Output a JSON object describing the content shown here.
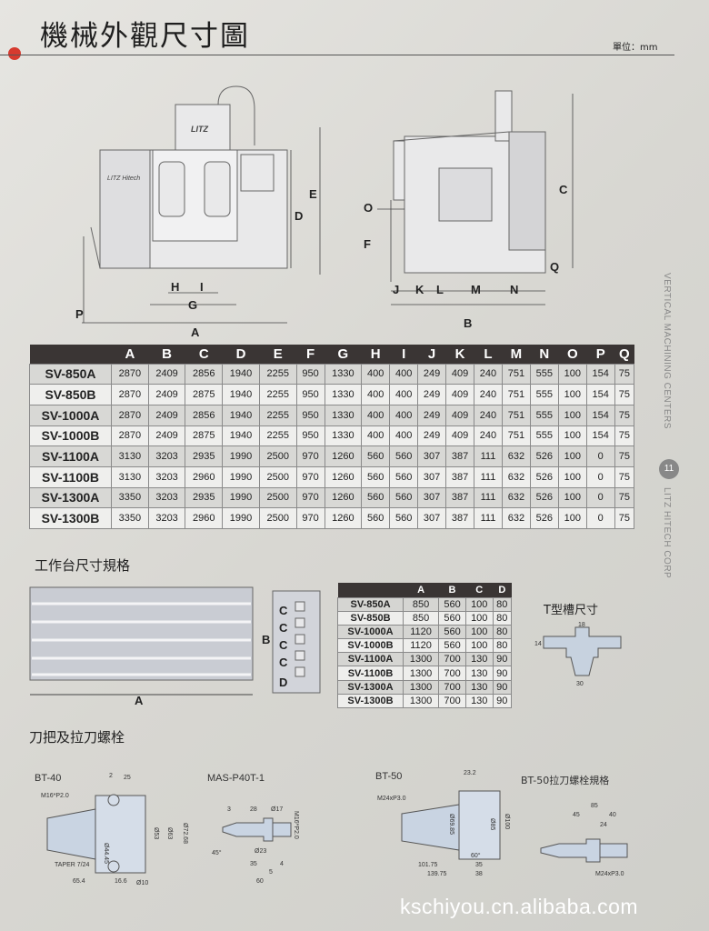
{
  "header": {
    "title": "機械外觀尺寸圖",
    "unit": "單位：mm"
  },
  "side": {
    "left": "VERTICAL MACHINING CENTERS",
    "page": "11",
    "right": "LITZ HITECH CORP"
  },
  "drawing_labels": {
    "front": {
      "brand": "LITZ",
      "badge": "LITZ Hitech",
      "E": "E",
      "D": "D",
      "G": "G",
      "H": "H",
      "I": "I",
      "P": "P",
      "A": "A"
    },
    "side": {
      "C": "C",
      "O": "O",
      "F": "F",
      "Q": "Q",
      "J": "J",
      "K": "K",
      "L": "L",
      "M": "M",
      "N": "N",
      "B": "B"
    }
  },
  "dimension_table": {
    "columns": [
      "A",
      "B",
      "C",
      "D",
      "E",
      "F",
      "G",
      "H",
      "I",
      "J",
      "K",
      "L",
      "M",
      "N",
      "O",
      "P",
      "Q"
    ],
    "rows": [
      {
        "model": "SV-850A",
        "values": [
          "2870",
          "2409",
          "2856",
          "1940",
          "2255",
          "950",
          "1330",
          "400",
          "400",
          "249",
          "409",
          "240",
          "751",
          "555",
          "100",
          "154",
          "75"
        ]
      },
      {
        "model": "SV-850B",
        "values": [
          "2870",
          "2409",
          "2875",
          "1940",
          "2255",
          "950",
          "1330",
          "400",
          "400",
          "249",
          "409",
          "240",
          "751",
          "555",
          "100",
          "154",
          "75"
        ]
      },
      {
        "model": "SV-1000A",
        "values": [
          "2870",
          "2409",
          "2856",
          "1940",
          "2255",
          "950",
          "1330",
          "400",
          "400",
          "249",
          "409",
          "240",
          "751",
          "555",
          "100",
          "154",
          "75"
        ]
      },
      {
        "model": "SV-1000B",
        "values": [
          "2870",
          "2409",
          "2875",
          "1940",
          "2255",
          "950",
          "1330",
          "400",
          "400",
          "249",
          "409",
          "240",
          "751",
          "555",
          "100",
          "154",
          "75"
        ]
      },
      {
        "model": "SV-1100A",
        "values": [
          "3130",
          "3203",
          "2935",
          "1990",
          "2500",
          "970",
          "1260",
          "560",
          "560",
          "307",
          "387",
          "111",
          "632",
          "526",
          "100",
          "0",
          "75"
        ]
      },
      {
        "model": "SV-1100B",
        "values": [
          "3130",
          "3203",
          "2960",
          "1990",
          "2500",
          "970",
          "1260",
          "560",
          "560",
          "307",
          "387",
          "111",
          "632",
          "526",
          "100",
          "0",
          "75"
        ]
      },
      {
        "model": "SV-1300A",
        "values": [
          "3350",
          "3203",
          "2935",
          "1990",
          "2500",
          "970",
          "1260",
          "560",
          "560",
          "307",
          "387",
          "111",
          "632",
          "526",
          "100",
          "0",
          "75"
        ]
      },
      {
        "model": "SV-1300B",
        "values": [
          "3350",
          "3203",
          "2960",
          "1990",
          "2500",
          "970",
          "1260",
          "560",
          "560",
          "307",
          "387",
          "111",
          "632",
          "526",
          "100",
          "0",
          "75"
        ]
      }
    ]
  },
  "worktable": {
    "title": "工作台尺寸規格",
    "labels": {
      "A": "A",
      "B": "B",
      "C": "C",
      "D": "D"
    },
    "columns": [
      "A",
      "B",
      "C",
      "D"
    ],
    "rows": [
      {
        "model": "SV-850A",
        "values": [
          "850",
          "560",
          "100",
          "80"
        ]
      },
      {
        "model": "SV-850B",
        "values": [
          "850",
          "560",
          "100",
          "80"
        ]
      },
      {
        "model": "SV-1000A",
        "values": [
          "1120",
          "560",
          "100",
          "80"
        ]
      },
      {
        "model": "SV-1000B",
        "values": [
          "1120",
          "560",
          "100",
          "80"
        ]
      },
      {
        "model": "SV-1100A",
        "values": [
          "1300",
          "700",
          "130",
          "90"
        ]
      },
      {
        "model": "SV-1100B",
        "values": [
          "1300",
          "700",
          "130",
          "90"
        ]
      },
      {
        "model": "SV-1300A",
        "values": [
          "1300",
          "700",
          "130",
          "90"
        ]
      },
      {
        "model": "SV-1300B",
        "values": [
          "1300",
          "700",
          "130",
          "90"
        ]
      }
    ],
    "tslot_title": "T型槽尺寸",
    "tslot_dims": {
      "w": "18",
      "d1": "14",
      "d2": "30"
    }
  },
  "tooling": {
    "title": "刀把及拉刀螺栓",
    "bt40": {
      "label": "BT-40",
      "thread": "M16*P2.0",
      "taper": "TAPER 7/24",
      "d1": "Ø44.45",
      "d2": "Ø53",
      "d3": "Ø63",
      "d4": "Ø72.68",
      "w1": "2",
      "w2": "25",
      "l1": "65.4",
      "l2": "16.6",
      "r": "Ø10"
    },
    "mas": {
      "label": "MAS-P40T-1",
      "a": "3",
      "b": "28",
      "c": "Ø17",
      "d": "Ø23",
      "e": "35",
      "f": "60",
      "g": "4",
      "h": "5",
      "thread": "M16*P2.0",
      "angle": "45°"
    },
    "bt50": {
      "label": "BT-50",
      "thread": "M24xP3.0",
      "a": "23.2",
      "d1": "Ø69.85",
      "d2": "Ø85",
      "d3": "Ø100",
      "ang": "60°",
      "l1": "101.75",
      "l2": "139.75",
      "l3": "38",
      "l4": "35"
    },
    "bt50bolt": {
      "label": "BT-50拉刀螺栓規格",
      "a": "85",
      "b": "45",
      "c": "40",
      "d": "24",
      "thread": "M24xP3.0"
    }
  },
  "watermark": "kschiyou.cn.alibaba.com",
  "colors": {
    "accent": "#d63a2f",
    "table_header": "#3a3534"
  }
}
